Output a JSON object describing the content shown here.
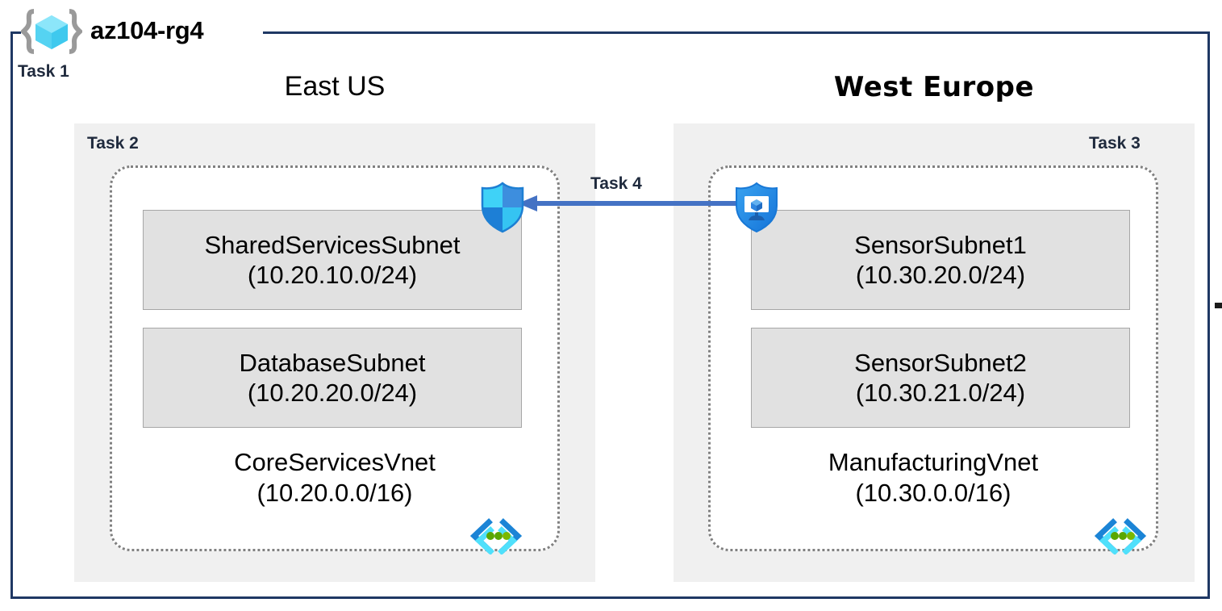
{
  "diagram": {
    "type": "azure-architecture",
    "resource_group": {
      "name": "az104-rg4",
      "icon": "resource-group-cube-icon",
      "task_label": "Task 1"
    },
    "regions": [
      {
        "id": "east-us",
        "title": "East US",
        "task_label": "Task 2",
        "vnet": {
          "name": "CoreServicesVnet",
          "address_space": "(10.20.0.0/16)",
          "icon": "virtual-network-icon",
          "subnets": [
            {
              "name": "SharedServicesSubnet",
              "cidr": "(10.20.10.0/24)"
            },
            {
              "name": "DatabaseSubnet",
              "cidr": "(10.20.20.0/24)"
            }
          ]
        }
      },
      {
        "id": "west-europe",
        "title": "West Europe",
        "task_label": "Task 3",
        "vnet": {
          "name": "ManufacturingVnet",
          "address_space": "(10.30.0.0/16)",
          "icon": "virtual-network-icon",
          "subnets": [
            {
              "name": "SensorSubnet1",
              "cidr": "(10.30.20.0/24)"
            },
            {
              "name": "SensorSubnet2",
              "cidr": "(10.30.21.0/24)"
            }
          ]
        }
      }
    ],
    "connection": {
      "task_label": "Task 4",
      "direction": "right-to-left",
      "source_icon": "network-security-group-vm-shield-icon",
      "target_icon": "network-security-group-shield-icon",
      "color": "#4472c4"
    },
    "colors": {
      "frame_border": "#1f3864",
      "region_background": "#f0f0f0",
      "subnet_background": "#e1e1e1",
      "subnet_border": "#a6a6a6",
      "vnet_border": "#808080",
      "task_text": "#1f2a3d",
      "arrow": "#4472c4",
      "icon_cyan": "#32c5f4",
      "icon_blue": "#1f7fd4",
      "icon_green": "#5aa700"
    }
  }
}
